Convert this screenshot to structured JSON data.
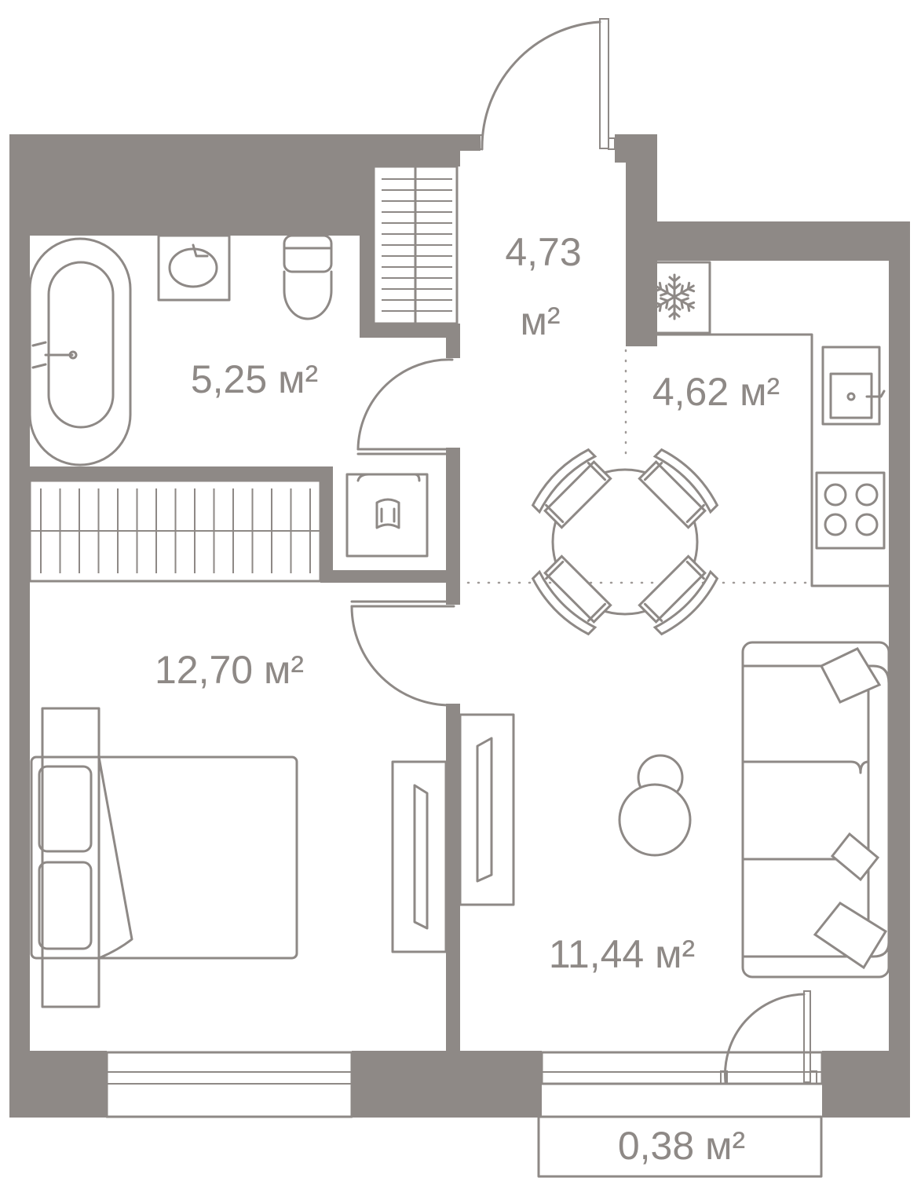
{
  "rooms": {
    "hall": {
      "area": "4,73",
      "unit": "м²",
      "unit_base": "м",
      "unit_sup": "2"
    },
    "bathroom": {
      "area": "5,25",
      "unit": "м²",
      "unit_base": "м",
      "unit_sup": "2"
    },
    "kitchen": {
      "area": "4,62",
      "unit": "м²",
      "unit_base": "м",
      "unit_sup": "2"
    },
    "bedroom": {
      "area": "12,70",
      "unit": "м²",
      "unit_base": "м",
      "unit_sup": "2"
    },
    "living": {
      "area": "11,44",
      "unit": "м²",
      "unit_base": "м",
      "unit_sup": "2"
    },
    "balcony": {
      "area": "0,38",
      "unit": "м²",
      "unit_base": "м",
      "unit_sup": "2"
    }
  },
  "icons": {
    "freezer": "snowflake-icon",
    "sink": "sink-icon",
    "stove": "stove-icon"
  },
  "colors": {
    "wall": "#8e8986",
    "background": "#ffffff"
  }
}
